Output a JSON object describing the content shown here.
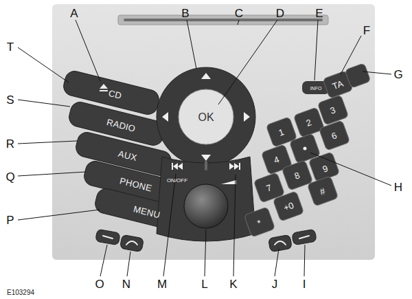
{
  "diagram": {
    "labels": [
      "A",
      "B",
      "C",
      "D",
      "E",
      "F",
      "G",
      "H",
      "I",
      "J",
      "K",
      "L",
      "M",
      "N",
      "O",
      "P",
      "Q",
      "R",
      "S",
      "T",
      "CD",
      "RADIO",
      "AUX",
      "PHONE",
      "MENU",
      "INFO",
      "TA",
      "OK",
      "ON/OFF",
      "1",
      "2",
      "3",
      "4",
      "6",
      "7",
      "8",
      "9",
      "*",
      "+0",
      "#",
      "E103294"
    ]
  }
}
